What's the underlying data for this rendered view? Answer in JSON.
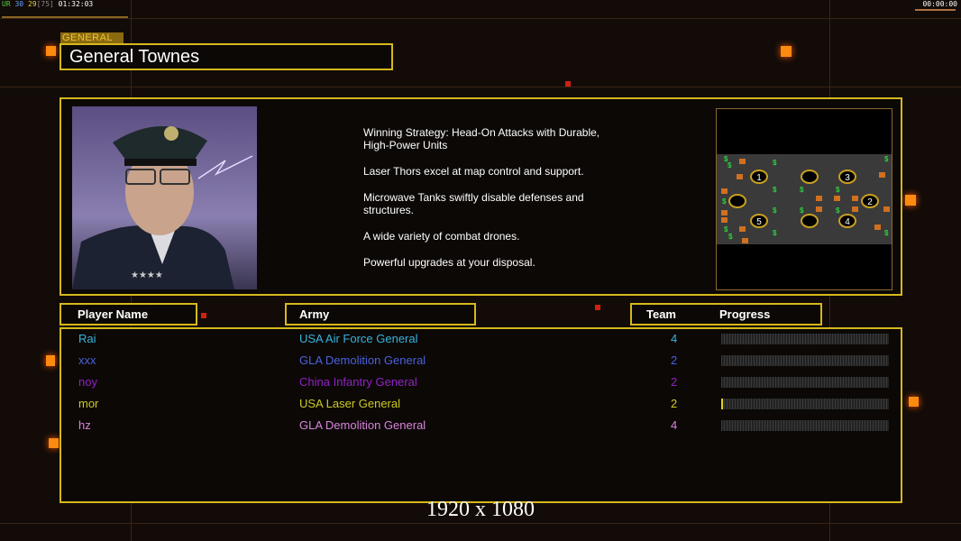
{
  "hud": {
    "left_stats": [
      "UR",
      "30",
      "29",
      "[75]",
      "01:32:03"
    ],
    "right_clock": "00:00:00"
  },
  "general": {
    "tag": "GENERAL",
    "name": "General Townes"
  },
  "strategy": [
    "Winning Strategy: Head-On Attacks with Durable,\n High-Power Units",
    "Laser Thors excel at map control and support.",
    "Microwave Tanks swiftly disable defenses and\n structures.",
    "A wide variety of combat drones.",
    "Powerful upgrades at your disposal."
  ],
  "map": {
    "slots": [
      "1",
      "2",
      "3",
      "4",
      "5"
    ]
  },
  "headers": {
    "player": "Player Name",
    "army": "Army",
    "team": "Team",
    "progress": "Progress"
  },
  "players": [
    {
      "name": "Rai",
      "army": "USA Air Force General",
      "team": "4",
      "progress": 0,
      "color": "#36b4dc"
    },
    {
      "name": "xxx",
      "army": "GLA Demolition General",
      "team": "2",
      "progress": 0,
      "color": "#4a62dc"
    },
    {
      "name": "noy",
      "army": "China Infantry General",
      "team": "2",
      "progress": 0,
      "color": "#9022c4"
    },
    {
      "name": "mor",
      "army": "USA Laser General",
      "team": "2",
      "progress": 1,
      "color": "#cccc22"
    },
    {
      "name": "hz",
      "army": "GLA Demolition General",
      "team": "4",
      "progress": 0,
      "color": "#d884dc"
    }
  ],
  "resolution": "1920 x 1080"
}
